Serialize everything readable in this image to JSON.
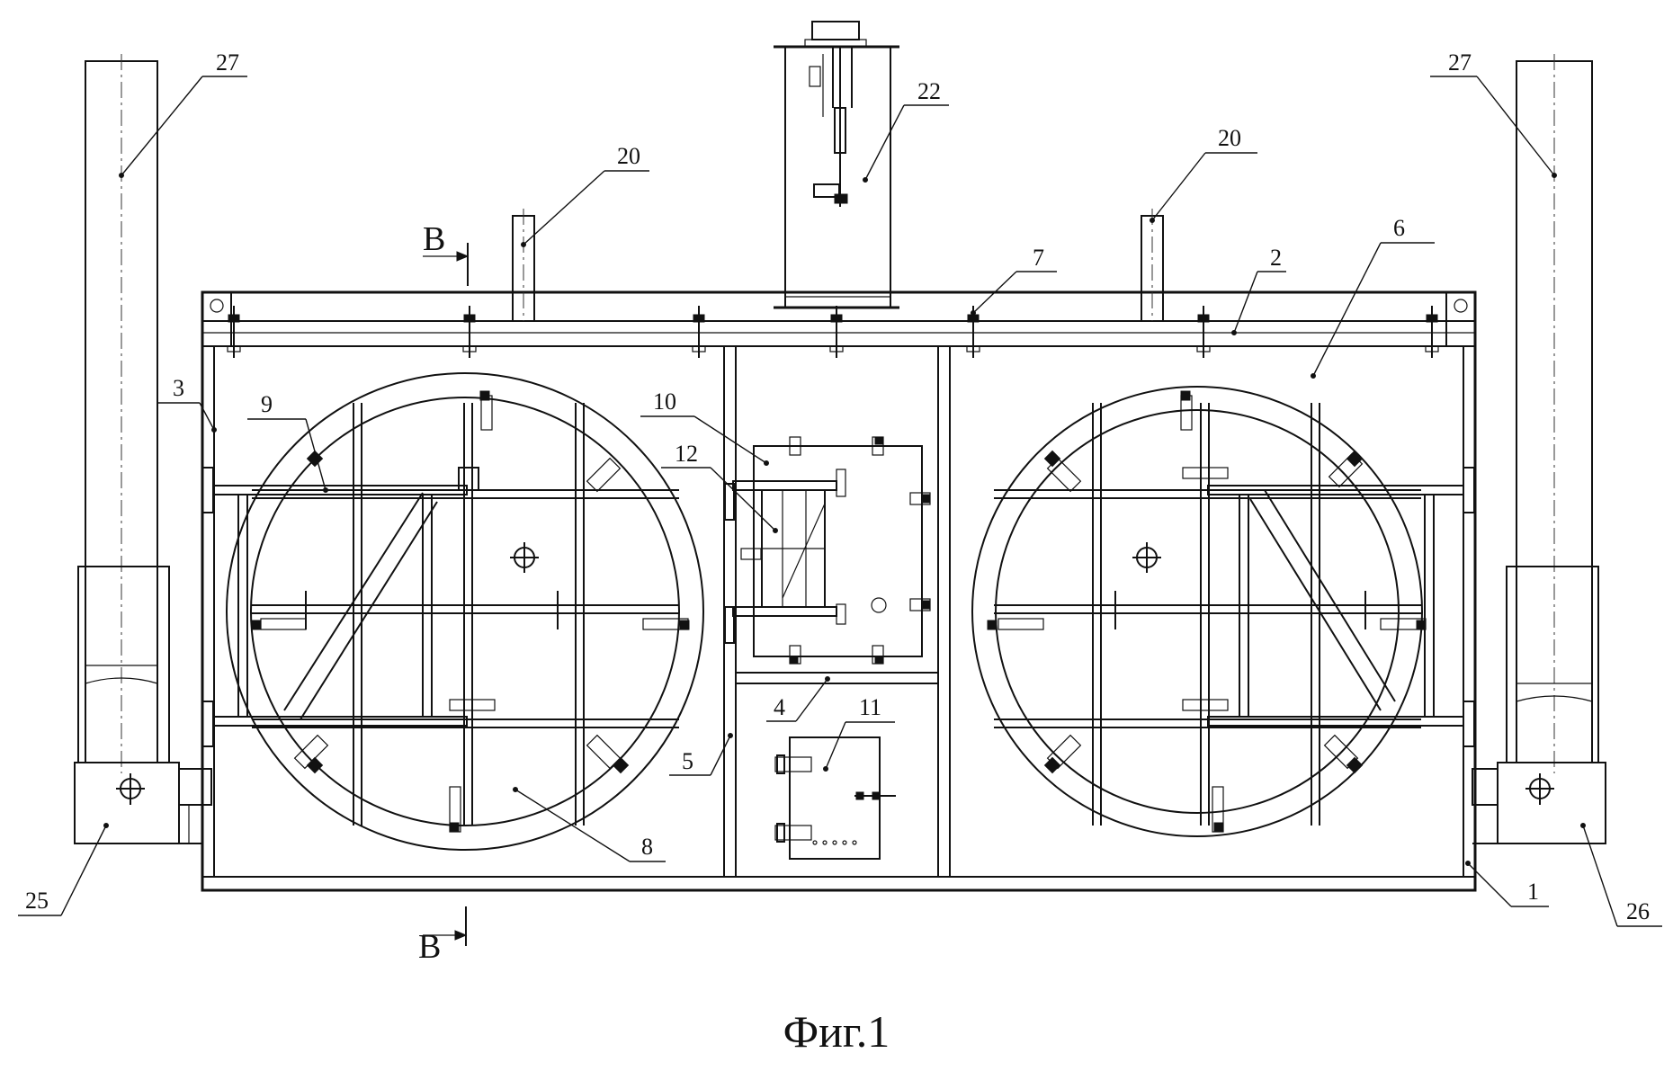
{
  "caption": "Фиг.1",
  "section_marks": {
    "top": "В",
    "bottom": "В"
  },
  "callouts": [
    {
      "id": "c27l",
      "label": "27",
      "part": "column-left"
    },
    {
      "id": "c27r",
      "label": "27",
      "part": "column-right"
    },
    {
      "id": "c22",
      "label": "22",
      "part": "top-mechanism"
    },
    {
      "id": "c20l",
      "label": "20",
      "part": "pipe-left"
    },
    {
      "id": "c20r",
      "label": "20",
      "part": "pipe-right"
    },
    {
      "id": "c7",
      "label": "7",
      "part": "bolt"
    },
    {
      "id": "c2",
      "label": "2",
      "part": "top-beam"
    },
    {
      "id": "c6",
      "label": "6",
      "part": "right-panel"
    },
    {
      "id": "c3",
      "label": "3",
      "part": "left-wall"
    },
    {
      "id": "c9",
      "label": "9",
      "part": "left-rail"
    },
    {
      "id": "c10",
      "label": "10",
      "part": "upper-hatch"
    },
    {
      "id": "c12",
      "label": "12",
      "part": "hatch-frame"
    },
    {
      "id": "c4",
      "label": "4",
      "part": "divider"
    },
    {
      "id": "c11",
      "label": "11",
      "part": "lower-hatch"
    },
    {
      "id": "c5",
      "label": "5",
      "part": "central-post"
    },
    {
      "id": "c8",
      "label": "8",
      "part": "left-door"
    },
    {
      "id": "c1",
      "label": "1",
      "part": "base-frame"
    },
    {
      "id": "c25",
      "label": "25",
      "part": "left-foot"
    },
    {
      "id": "c26",
      "label": "26",
      "part": "right-foot"
    }
  ]
}
